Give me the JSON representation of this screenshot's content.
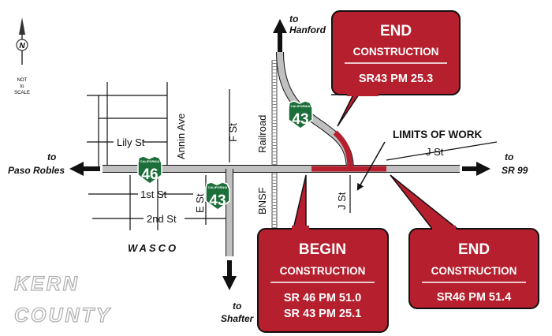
{
  "north_arrow": {
    "letter": "N",
    "scale_note": [
      "NOT",
      "to",
      "SCALE"
    ]
  },
  "destinations": {
    "north": [
      "to",
      "Hanford"
    ],
    "west": [
      "to",
      "Paso Robles"
    ],
    "east": [
      "to",
      "SR 99"
    ],
    "south": [
      "to",
      "Shafter"
    ]
  },
  "streets": {
    "lily": "Lily St",
    "annin": "Annin Ave",
    "f": "F St",
    "railroad": "Railroad",
    "first": "1st St",
    "second": "2nd St",
    "e": "E St",
    "bnsf": "BNSF",
    "j_horizontal": "J St",
    "j_vertical": "J St"
  },
  "town": "WASCO",
  "county": [
    "KERN",
    "COUNTY"
  ],
  "shields": [
    {
      "route": "43",
      "state": "CALIFORNIA"
    },
    {
      "route": "46",
      "state": "CALIFORNIA"
    },
    {
      "route": "43",
      "state": "CALIFORNIA"
    }
  ],
  "limits_label": "LIMITS OF WORK",
  "callouts": {
    "end_north": {
      "title": "END",
      "subtitle": "CONSTRUCTION",
      "lines": [
        "SR43 PM 25.3"
      ]
    },
    "begin": {
      "title": "BEGIN",
      "subtitle": "CONSTRUCTION",
      "lines": [
        "SR 46 PM 51.0",
        "SR 43 PM 25.1"
      ]
    },
    "end_east": {
      "title": "END",
      "subtitle": "CONSTRUCTION",
      "lines": [
        "SR46 PM 51.4"
      ]
    }
  },
  "colors": {
    "construction": "#b51f2e",
    "road": "#bdbdbd",
    "callout": "#b51f2e",
    "shield": "#1c6e3a"
  }
}
